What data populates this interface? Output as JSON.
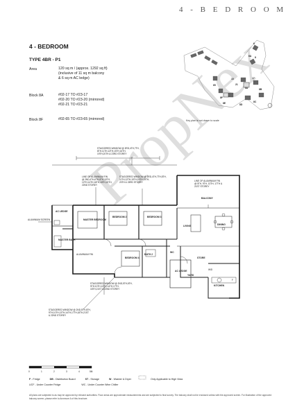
{
  "heading": "4 - B E D R O O M",
  "section_title": "4 - BEDROOM",
  "unit_type": "TYPE 4BR - P1",
  "area": {
    "label": "Area",
    "lines": [
      "120 sq m / (approx. 1292 sq ft)",
      "(inclusive of 11 sq m balcony",
      "& 6 sq m AC ledge)"
    ]
  },
  "blocks": [
    {
      "label": "Block 8A",
      "lines": [
        "#02-17 TO #23-17",
        "#02-20 TO #23-20 (mirrored)",
        "#02-21 TO #23-21"
      ]
    },
    {
      "label": "Block 8F",
      "lines": [
        "#02-65 TO #23-65 (mirrored)"
      ]
    }
  ],
  "keyplan": {
    "blocks": [
      "6",
      "6A",
      "8",
      "8A",
      "10",
      "21",
      "17",
      "8B",
      "8C",
      "8D",
      "8E",
      "8F",
      "65"
    ],
    "note": "Key plan is not drawn to scale"
  },
  "rooms": {
    "master_bedroom": "MASTER BEDROOM",
    "bedroom2": "BEDROOM 2",
    "bedroom3": "BEDROOM 3",
    "bedroom4": "BEDROOM 4",
    "living": "LIVING",
    "dining": "DINING",
    "balcony": "BALCONY",
    "store": "STORE",
    "yard": "YARD",
    "kitchen": "KITCHEN",
    "master_bath": "MASTER BATH",
    "bath2": "BATH 2",
    "wc": "WC",
    "ac_ledge_1": "AC LEDGE",
    "ac_ledge_2": "AC LEDGE",
    "aluminium_screen": "ALUMINIUM SCREEN",
    "aluminium_fin": "ALUMINIUM FIN"
  },
  "annotations": {
    "top_window": [
      "STAGGERED WINDOW @ 3RD,4TH,7TH,",
      "8TH,11TH,12TH,15TH,16TH,",
      "19TH,20TH & 23RD STOREY"
    ],
    "line_fin_left": [
      "LINE OF ALUMINIUM FIN",
      "@ 2ND,4TH,6TH,8TH,10TH,",
      "12TH,14TH,16TH,18TH,20TH,",
      "22ND STOREY"
    ],
    "window_mid": [
      "STAGGERED WINDOW @ 3RD,4TH,7TH,8TH,",
      "11TH,12TH,15TH,16TH,19TH,",
      "20TH & 23RD STOREY"
    ],
    "line_fin_right": [
      "LINE OF ALUMINIUM FIN",
      "@ 5TH, 9TH, 13TH, 17TH &",
      "21ST STOREY"
    ],
    "window_lower": [
      "STAGGERED WINDOW @ 2ND,5TH,6TH,",
      "9TH,10TH,13TH,14TH,17TH,",
      "18TH,21ST & 22ND STOREY"
    ],
    "window_bottom": [
      "STAGGERED WINDOW @ 2ND,5TH,6TH,",
      "9TH,10TH,13TH,14TH,17TH,18TH,21ST",
      "& 22ND STOREY"
    ],
    "kitchen_appliances": "W/D",
    "fridge": "F"
  },
  "scale": [
    "0",
    "1",
    "2",
    "3",
    "4",
    "5M"
  ],
  "legend": [
    {
      "code": "F",
      "text": "Fridge"
    },
    {
      "code": "DB",
      "text": "Distribution Board"
    },
    {
      "code": "ST",
      "text": "Storage"
    },
    {
      "code": "W",
      "text": "Washer & Dryer"
    },
    {
      "code": "",
      "text": "Only Applicable to High Vista"
    }
  ],
  "legend_row2": [
    "UCF - Under Counter Fridge",
    "WC - Under Counter Wine Chiller"
  ],
  "footer": "All plans are subjected to as may be approved by relevant authorities. Floor areas are approximate measurements and are subjected to final survey. The balcony shall not be enclosed unless with the approved screen. For illustration of the approved balcony screen, please refer to Annexure A of this brochure.",
  "watermark": "PropNex",
  "colors": {
    "line": "#1a1a1a",
    "watermark": "#bdbdbd"
  }
}
